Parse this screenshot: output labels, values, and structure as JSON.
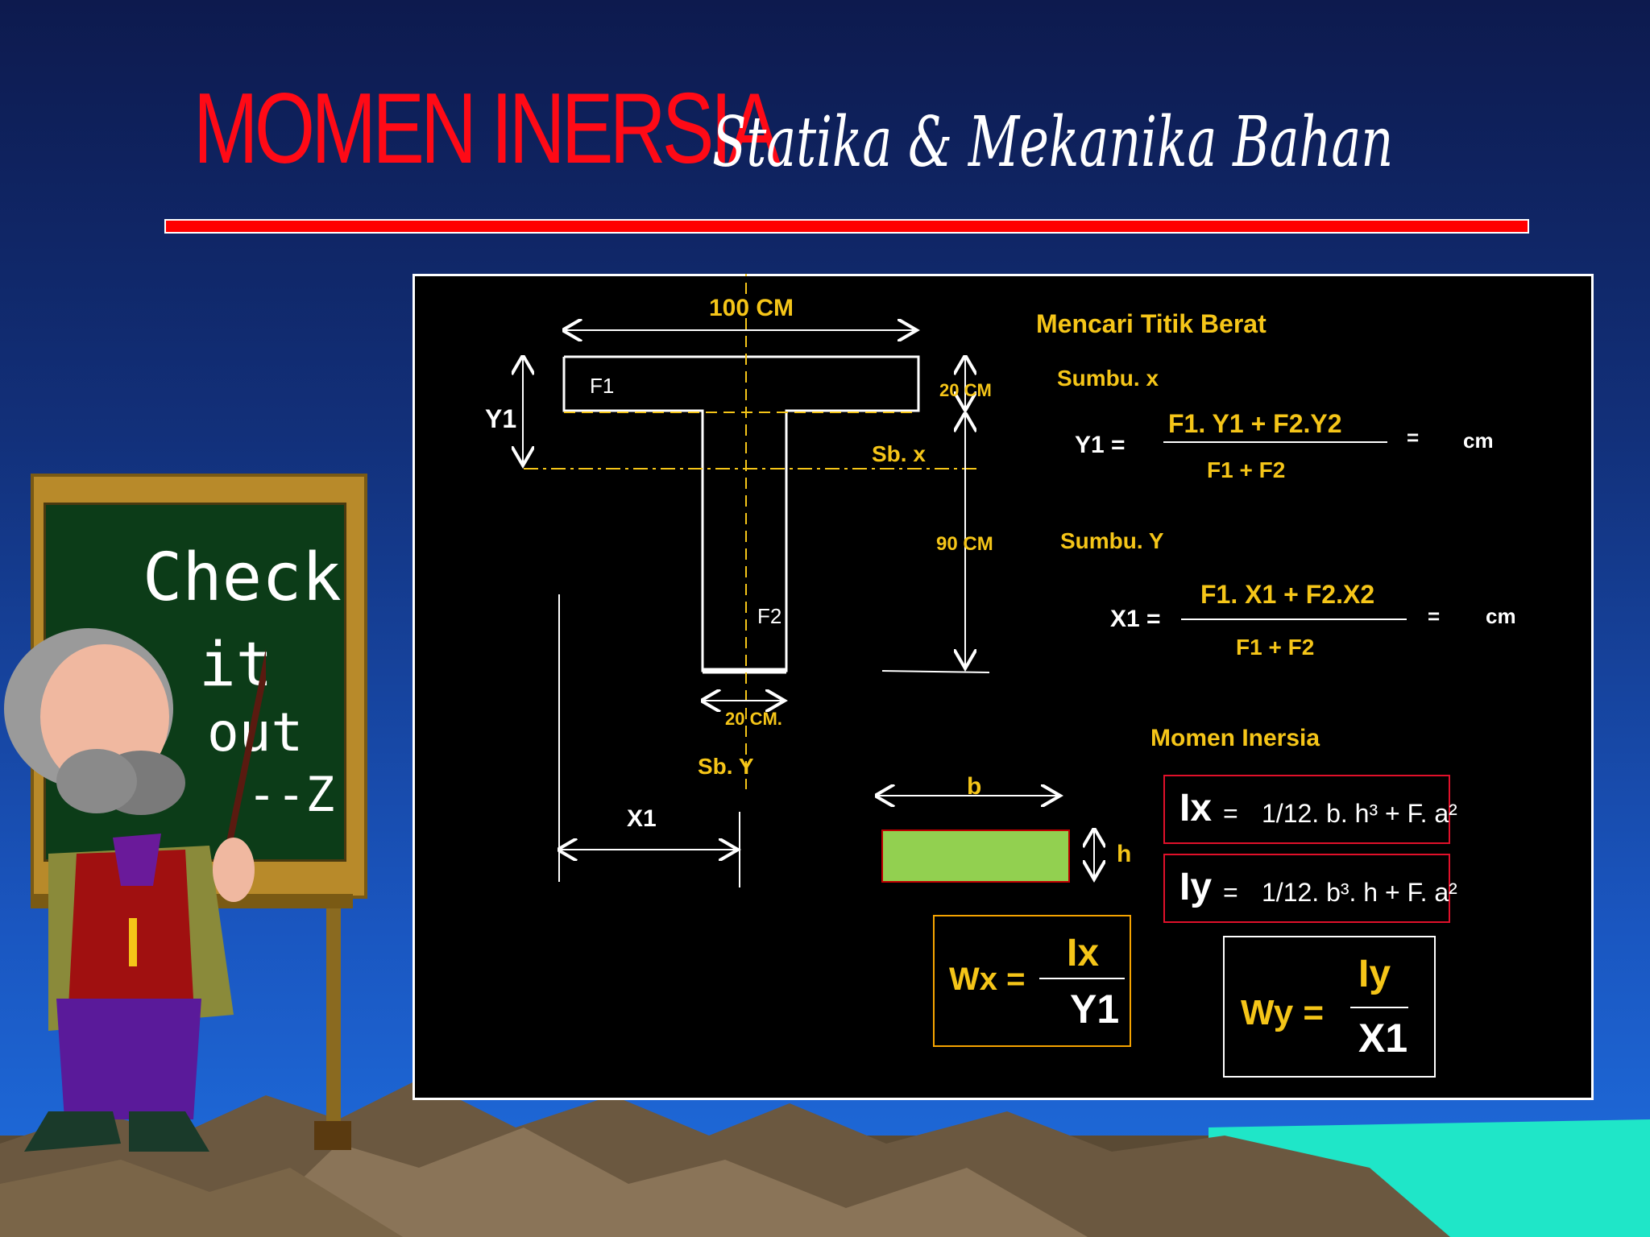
{
  "title": {
    "main": "MOMEN INERSIA",
    "subtitle": "Statika & Mekanika Bahan"
  },
  "board": {
    "text_lines": [
      "Check",
      "it",
      "out",
      "--Z"
    ]
  },
  "diagram": {
    "width_top": "100 CM",
    "f1": "F1",
    "f2": "F2",
    "y1": "Y1",
    "flange_thk": "20 CM",
    "web_height": "90 CM",
    "sbx": "Sb.  x",
    "web_width": "20 CM.",
    "sby": "Sb.  Y",
    "x1": "X1"
  },
  "centroid": {
    "heading": "Mencari  Titik Berat",
    "axis_x_label": "Sumbu.  x",
    "y1_lhs": "Y1 =",
    "y1_num": "F1. Y1 + F2.Y2",
    "y1_den": "F1 + F2",
    "y1_eq": "=",
    "y1_unit": "cm",
    "axis_y_label": "Sumbu.  Y",
    "x1_lhs": "X1 =",
    "x1_num": "F1. X1 + F2.X2",
    "x1_den": "F1 + F2",
    "x1_eq": "=",
    "x1_unit": "cm"
  },
  "inertia": {
    "heading": "Momen Inersia",
    "b": "b",
    "h": "h",
    "ix_sym": "Ix",
    "ix_eq": "=",
    "ix_formula": "1/12. b. h³ +  F. a²",
    "iy_sym": "Iy",
    "iy_eq": "=",
    "iy_formula": "1/12. b³. h +  F. a²",
    "wx_lhs": "Wx =",
    "wx_num": "Ix",
    "wx_den": "Y1",
    "wy_lhs": "Wy =",
    "wy_num": "Iy",
    "wy_den": "X1"
  },
  "colors": {
    "title_red": "#ff0a16",
    "label_yellow": "#f5c518",
    "rect_green": "#92d050"
  }
}
